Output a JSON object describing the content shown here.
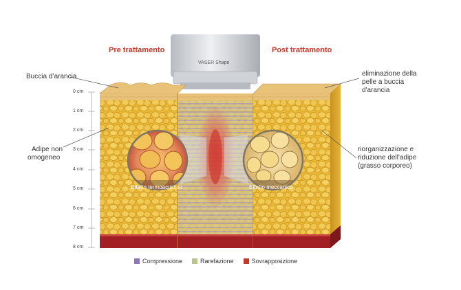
{
  "headers": {
    "pre": "Pre trattamento",
    "post": "Post trattamento"
  },
  "device": {
    "label": "VASER Shape"
  },
  "labels": {
    "buccia": "Buccia d’arancia",
    "adipe_line1": "Adipe non",
    "adipe_line2": "omogeneo",
    "elim_line1": "eliminazione della",
    "elim_line2": "pelle a buccia",
    "elim_line3": "d'arancia",
    "riorg_line1": "riorganizzazione e",
    "riorg_line2": "riduzione dell'adipe",
    "riorg_line3": "(grasso corporeo)"
  },
  "circles": {
    "left": "Effetto termoacustico",
    "right": "Effetto meccanico"
  },
  "ticks": [
    "0 cm",
    "1 cm",
    "2 cm",
    "3 cm",
    "4 cm",
    "5 cm",
    "6 cm",
    "7 cm",
    "8 cm"
  ],
  "legend": [
    {
      "label": "Compressione",
      "color": "#8a78b8"
    },
    {
      "label": "Rarefazione",
      "color": "#b9c58a"
    },
    {
      "label": "Sovrapposizione",
      "color": "#c0392b"
    }
  ],
  "colors": {
    "fat": "#e9b833",
    "fat_light": "#f7d977",
    "skin": "#e7c278",
    "muscle": "#a21f24",
    "accent_red": "#c8382a"
  }
}
